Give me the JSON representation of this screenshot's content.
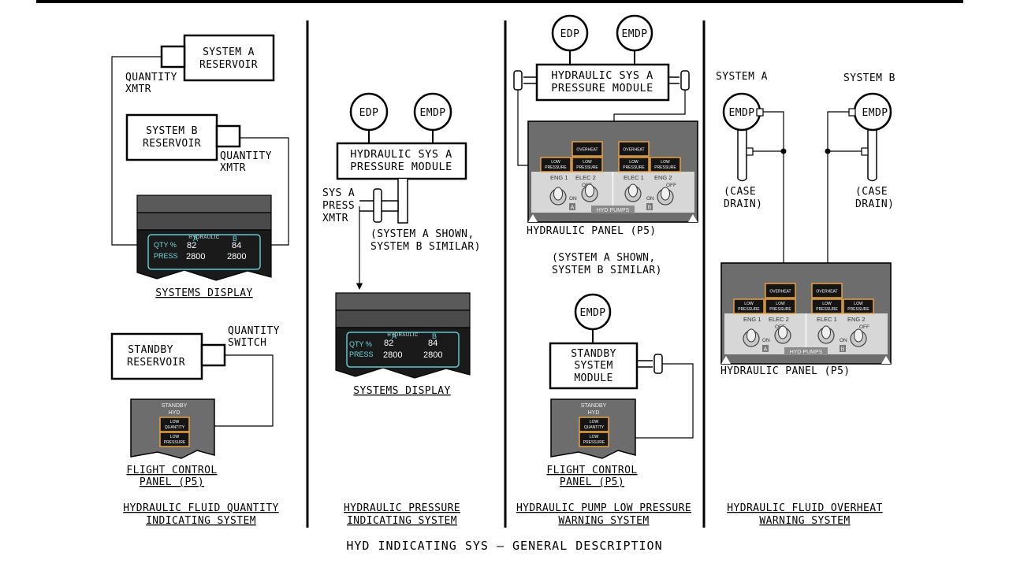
{
  "page_title": "HYD INDICATING SYS — GENERAL DESCRIPTION",
  "components": {
    "edp": "EDP",
    "emdp": "EMDP",
    "sys_a_reservoir": [
      "SYSTEM A",
      "RESERVOIR"
    ],
    "sys_b_reservoir": [
      "SYSTEM B",
      "RESERVOIR"
    ],
    "standby_reservoir": [
      "STANDBY",
      "RESERVOIR"
    ],
    "pressure_module": [
      "HYDRAULIC SYS A",
      "PRESSURE MODULE"
    ],
    "standby_module": [
      "STANDBY",
      "SYSTEM",
      "MODULE"
    ]
  },
  "labels": {
    "quantity_xmtr": [
      "QUANTITY",
      "XMTR"
    ],
    "quantity_switch": [
      "QUANTITY",
      "SWITCH"
    ],
    "sys_a_press_xmtr": [
      "SYS A",
      "PRESS",
      "XMTR"
    ],
    "system_a_shown": [
      "(SYSTEM A SHOWN,",
      "SYSTEM B SIMILAR)"
    ],
    "system_a": "SYSTEM A",
    "system_b": "SYSTEM B",
    "case_drain": [
      "(CASE",
      "DRAIN)"
    ],
    "systems_display": "SYSTEMS DISPLAY",
    "flight_control_panel": [
      "FLIGHT CONTROL",
      "PANEL (P5)"
    ],
    "hydraulic_panel": "HYDRAULIC PANEL (P5)"
  },
  "systems_display": {
    "title": "HYDRAULIC",
    "col_a": "A",
    "col_b": "B",
    "qty_label": "QTY %",
    "press_label": "PRESS",
    "qty_a": "82",
    "qty_b": "84",
    "press_a": "2800",
    "press_b": "2800"
  },
  "hyd_panel": {
    "overheat": "OVERHEAT",
    "low": "LOW",
    "pressure": "PRESSURE",
    "eng1": "ENG 1",
    "elec2": "ELEC 2",
    "elec1": "ELEC 1",
    "eng2": "ENG 2",
    "off": "OFF",
    "on": "ON",
    "a": "A",
    "b": "B",
    "hyd_pumps": "HYD PUMPS"
  },
  "standby_panel": {
    "title": [
      "STANDBY",
      "HYD"
    ],
    "low_quantity": [
      "LOW",
      "QUANTITY"
    ],
    "low_pressure": [
      "LOW",
      "PRESSURE"
    ]
  },
  "section_titles": {
    "quantity": [
      "HYDRAULIC FLUID QUANTITY",
      "INDICATING SYSTEM"
    ],
    "pressure": [
      "HYDRAULIC PRESSURE",
      "INDICATING SYSTEM"
    ],
    "pump_low_pressure": [
      "HYDRAULIC PUMP LOW PRESSURE",
      "WARNING SYSTEM"
    ],
    "overheat": [
      "HYDRAULIC FLUID OVERHEAT",
      "WARNING SYSTEM"
    ]
  },
  "colors": {
    "display_border": "#5fc8cf",
    "annunciator_border": "#e8a13a",
    "panel_gray": "#6d6d6d"
  }
}
